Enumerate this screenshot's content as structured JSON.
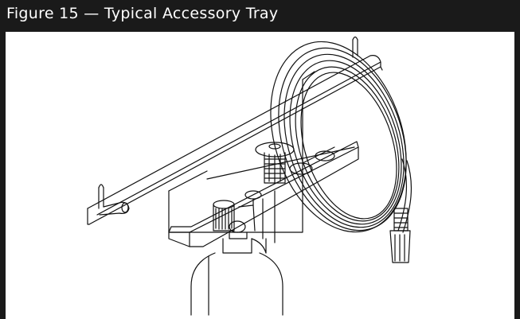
{
  "figure": {
    "title": "Figure 15 — Typical Accessory Tray"
  },
  "colors": {
    "header_background": "#1a1a1a",
    "header_text": "#ffffff",
    "line_art": "#111111"
  },
  "drawing": {
    "parts": [
      "accessory-bar",
      "hooks",
      "tray",
      "bracket",
      "hose-coil",
      "hose-fitting",
      "regulator-knob",
      "cylinder"
    ]
  }
}
